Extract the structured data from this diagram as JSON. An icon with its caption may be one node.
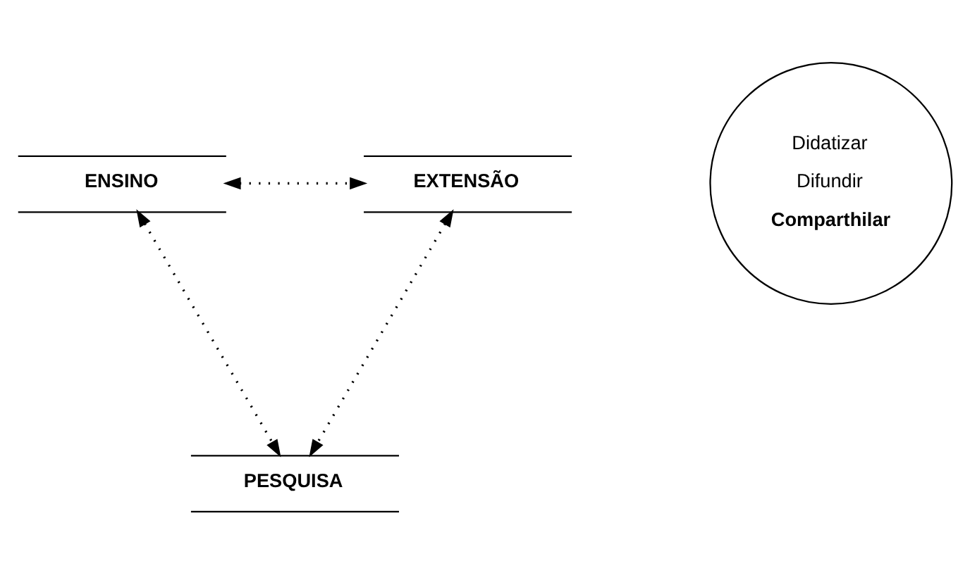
{
  "diagram": {
    "nodes": [
      {
        "text": [
          "ENSINO"
        ]
      },
      {
        "text": [
          "EXTENSÃO"
        ]
      },
      {
        "text": [
          "Didatizar",
          "Difundir",
          "Comparthilar"
        ]
      },
      {
        "text": [
          "PESQUISA"
        ]
      }
    ],
    "edges": [
      {
        "from": 0,
        "to": 1,
        "arrow": "both",
        "style": "dashed"
      },
      {
        "from": 0,
        "to": 3,
        "arrow": "both",
        "style": "dashed"
      },
      {
        "from": 1,
        "to": 3,
        "arrow": "both",
        "style": "dashed"
      }
    ]
  }
}
